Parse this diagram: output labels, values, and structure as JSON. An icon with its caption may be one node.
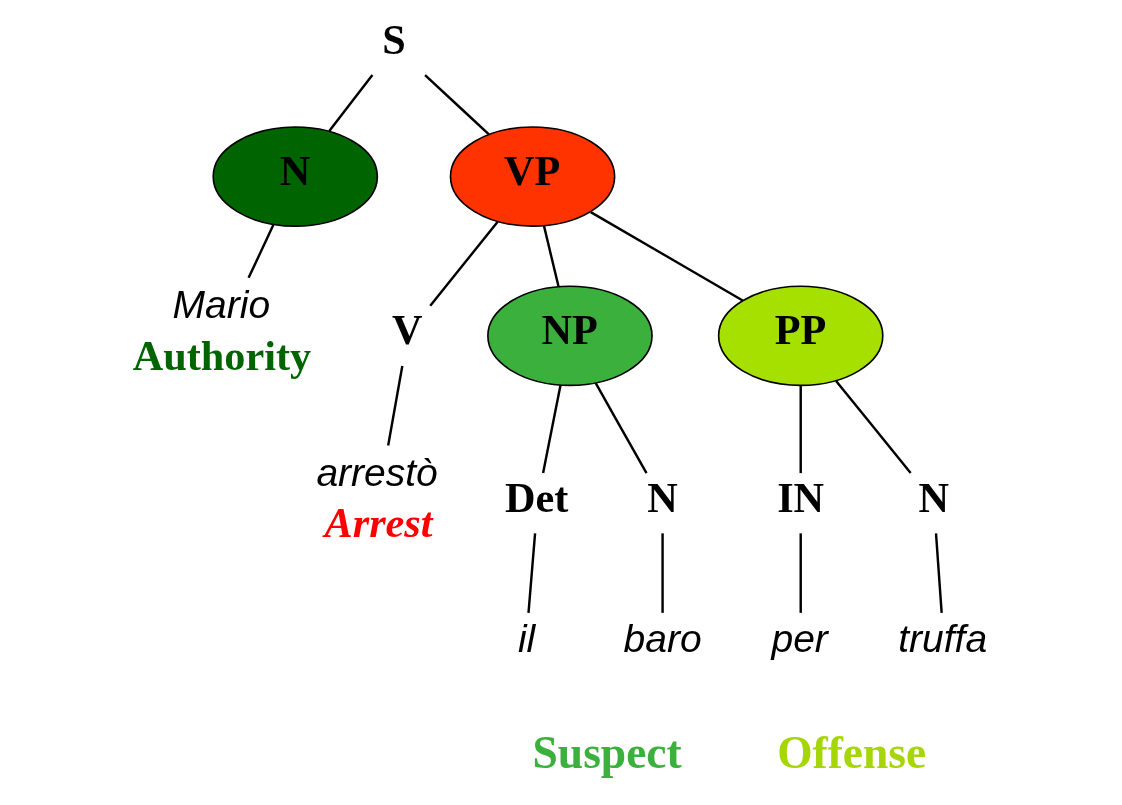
{
  "diagram": {
    "nodes": [
      {
        "text": [
          "S"
        ]
      },
      {
        "text": [
          "N"
        ]
      },
      {
        "text": [
          "VP"
        ]
      },
      {
        "text": [
          "Mario"
        ],
        "beside": [
          "Authority"
        ]
      },
      {
        "text": [
          "V"
        ]
      },
      {
        "text": [
          "NP"
        ]
      },
      {
        "text": [
          "PP"
        ]
      },
      {
        "text": [
          "arrestò"
        ],
        "beside": [
          "Arrest"
        ]
      },
      {
        "text": [
          "Det"
        ]
      },
      {
        "text": [
          "N"
        ]
      },
      {
        "text": [
          "IN"
        ]
      },
      {
        "text": [
          "N"
        ]
      },
      {
        "text": [
          "il"
        ]
      },
      {
        "text": [
          "baro"
        ]
      },
      {
        "text": [
          "per"
        ]
      },
      {
        "text": [
          "truffa"
        ]
      }
    ],
    "edges": [
      {
        "from": 0,
        "to": 1,
        "arrow": "none"
      },
      {
        "from": 0,
        "to": 2,
        "arrow": "none"
      },
      {
        "from": 1,
        "to": 3,
        "arrow": "none"
      },
      {
        "from": 2,
        "to": 4,
        "arrow": "none"
      },
      {
        "from": 2,
        "to": 5,
        "arrow": "none"
      },
      {
        "from": 2,
        "to": 6,
        "arrow": "none"
      },
      {
        "from": 4,
        "to": 7,
        "arrow": "none"
      },
      {
        "from": 5,
        "to": 8,
        "arrow": "none"
      },
      {
        "from": 5,
        "to": 9,
        "arrow": "none"
      },
      {
        "from": 6,
        "to": 10,
        "arrow": "none"
      },
      {
        "from": 6,
        "to": 11,
        "arrow": "none"
      },
      {
        "from": 8,
        "to": 12,
        "arrow": "none"
      },
      {
        "from": 9,
        "to": 13,
        "arrow": "none"
      },
      {
        "from": 10,
        "to": 14,
        "arrow": "none"
      },
      {
        "from": 11,
        "to": 15,
        "arrow": "none"
      }
    ],
    "labels": [
      "Suspect",
      "Offense"
    ]
  }
}
